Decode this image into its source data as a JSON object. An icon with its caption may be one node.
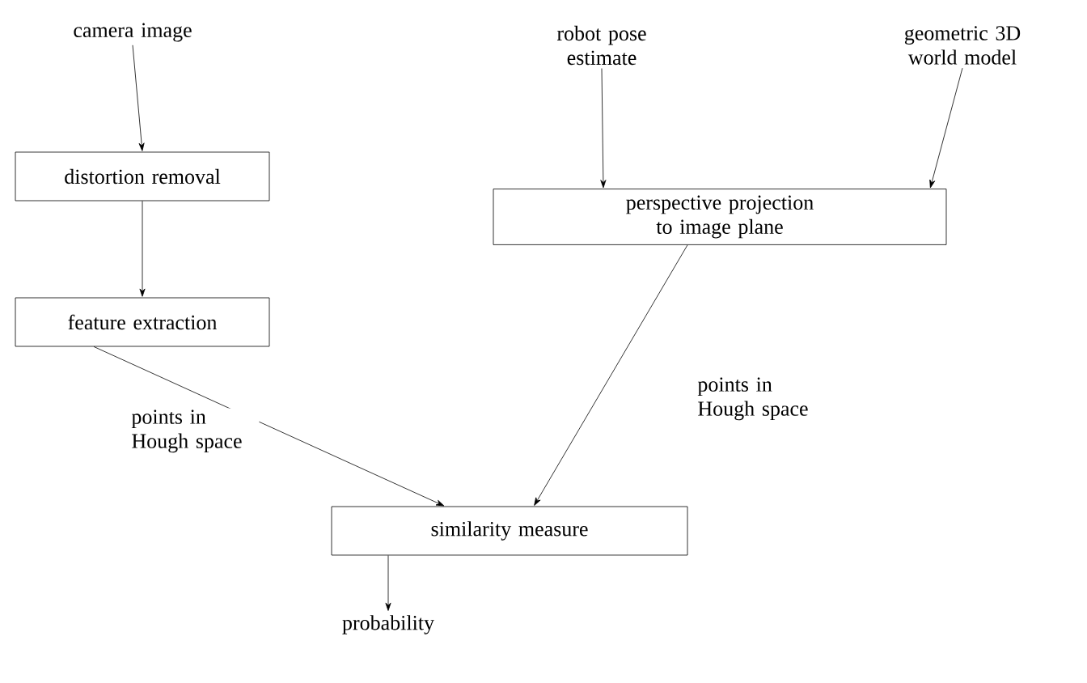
{
  "diagram": {
    "nodes": [
      {
        "text": [
          "camera image"
        ]
      },
      {
        "text": [
          "distortion removal"
        ]
      },
      {
        "text": [
          "feature extraction"
        ]
      },
      {
        "text": [
          "robot pose estimate"
        ]
      },
      {
        "text": [
          "geometric 3D world model"
        ]
      },
      {
        "text": [
          "perspective projection to image plane"
        ]
      },
      {
        "text": [
          "similarity measure"
        ]
      },
      {
        "text": [
          "probability"
        ]
      }
    ],
    "edges": [
      {
        "from": 0,
        "to": 1,
        "arrow": "to"
      },
      {
        "from": 1,
        "to": 2,
        "arrow": "to"
      },
      {
        "from": 2,
        "to": 6,
        "arrow": "to",
        "label": "points in Hough space"
      },
      {
        "from": 3,
        "to": 5,
        "arrow": "to"
      },
      {
        "from": 4,
        "to": 5,
        "arrow": "to"
      },
      {
        "from": 5,
        "to": 6,
        "arrow": "to",
        "label": "points in Hough space"
      },
      {
        "from": 6,
        "to": 7,
        "arrow": "to"
      }
    ]
  }
}
